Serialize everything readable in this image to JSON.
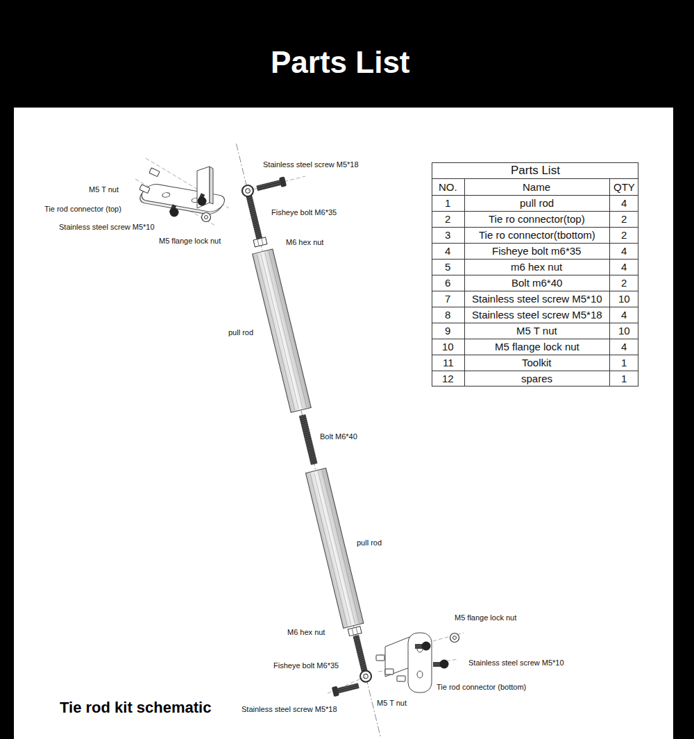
{
  "diagram": {
    "title": "Parts List",
    "caption": "Tie rod kit schematic",
    "labels": [
      "Stainless steel screw M5*18",
      "M5 T nut",
      "Tie rod connector (top)",
      "Fisheye bolt M6*35",
      "Stainless steel screw M5*10",
      "M5 flange lock nut",
      "M6 hex nut",
      "pull rod",
      "Bolt M6*40",
      "pull rod",
      "M5 flange lock nut",
      "M6 hex nut",
      "Stainless steel screw M5*10",
      "Fisheye bolt M6*35",
      "Tie rod connector (bottom)",
      "Stainless steel screw M5*18",
      "M5 T nut",
      "Parts List",
      "NO.",
      "Name",
      "QTY",
      "1",
      "pull rod",
      "4",
      "2",
      "Tie ro connector(top)",
      "2",
      "3",
      "Tie ro connector(tbottom)",
      "2",
      "4",
      "Fisheye bolt m6*35",
      "4",
      "5",
      "m6 hex nut",
      "4",
      "6",
      "Bolt m6*40",
      "2",
      "7",
      "Stainless steel screw M5*10",
      "10",
      "8",
      "Stainless steel screw M5*18",
      "4",
      "9",
      "M5 T nut",
      "10",
      "10",
      "M5 flange lock nut",
      "4",
      "11",
      "Toolkit",
      "1",
      "12",
      "spares",
      "1"
    ]
  }
}
